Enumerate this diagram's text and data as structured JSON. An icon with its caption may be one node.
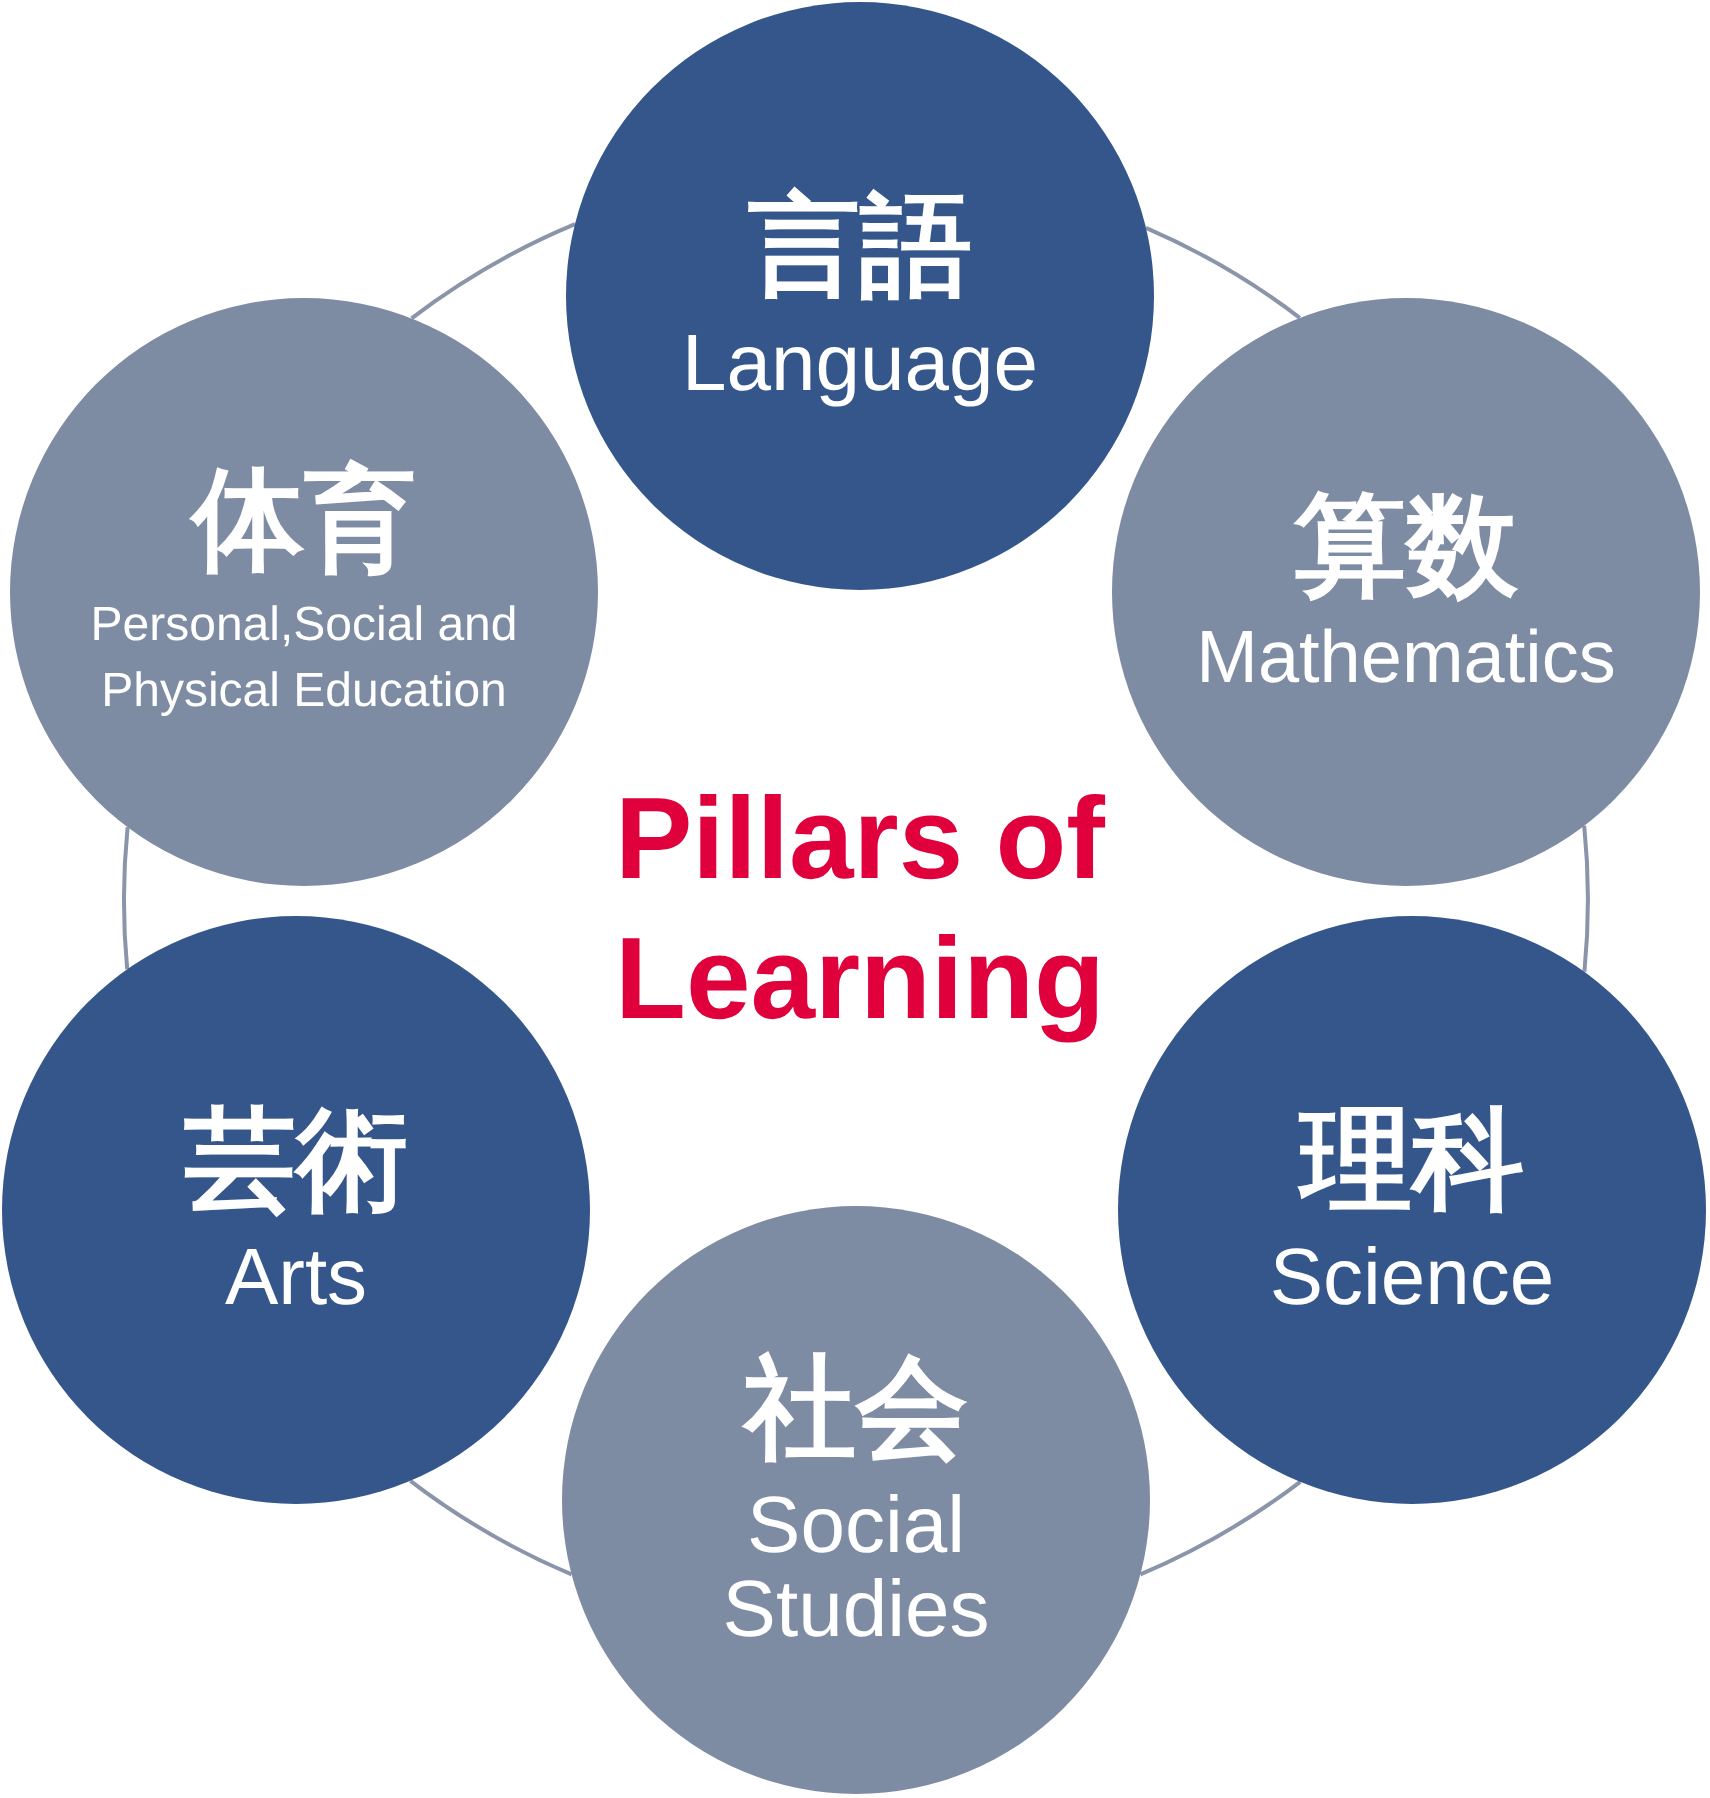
{
  "diagram": {
    "title": "Pillars of Learning",
    "nodes": [
      {
        "text": [
          "言語",
          "Language"
        ]
      },
      {
        "text": [
          "算数",
          "Mathematics"
        ]
      },
      {
        "text": [
          "理科",
          "Science"
        ]
      },
      {
        "text": [
          "社会",
          "Social Studies"
        ]
      },
      {
        "text": [
          "芸術",
          "Arts"
        ]
      },
      {
        "text": [
          "体育",
          "Personal,Social and Physical Education"
        ]
      }
    ],
    "edges": [
      {
        "from": 0,
        "to": 1,
        "arrow": "none"
      },
      {
        "from": 1,
        "to": 2,
        "arrow": "none"
      },
      {
        "from": 2,
        "to": 3,
        "arrow": "none"
      },
      {
        "from": 3,
        "to": 4,
        "arrow": "none"
      },
      {
        "from": 4,
        "to": 5,
        "arrow": "none"
      },
      {
        "from": 5,
        "to": 0,
        "arrow": "none"
      }
    ]
  }
}
